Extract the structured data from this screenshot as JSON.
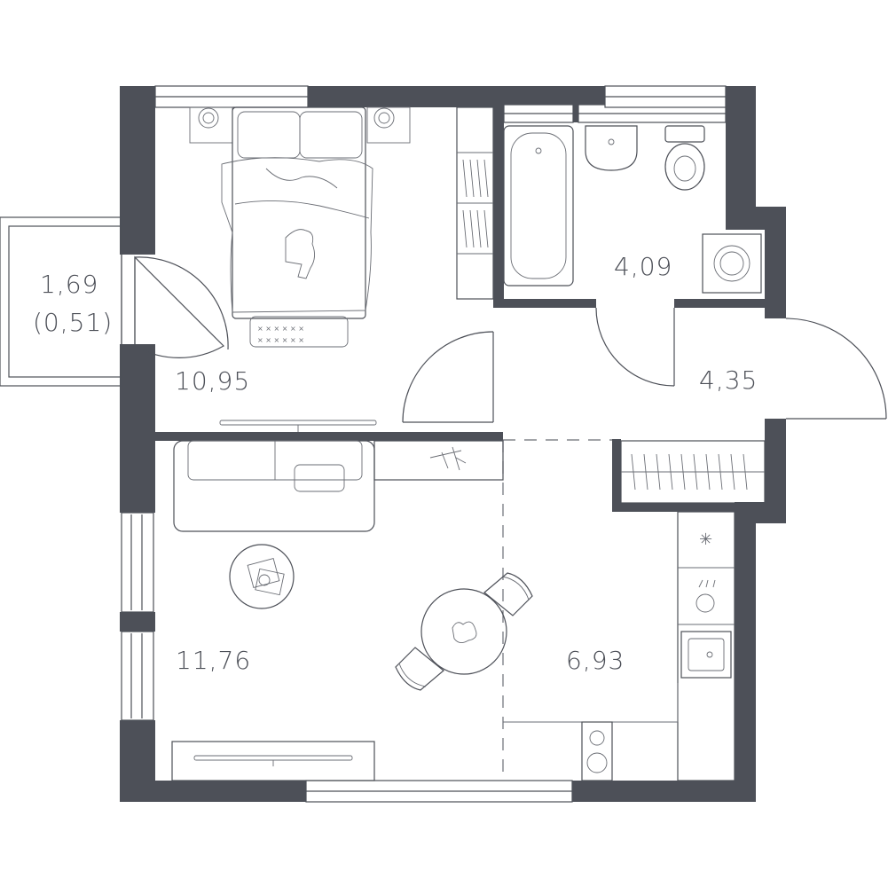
{
  "colors": {
    "wall": "#4d5058",
    "line": "#4d5058",
    "background": "#ffffff"
  },
  "rooms": {
    "balcony": {
      "area": "1,69",
      "sub_area": "(0,51)"
    },
    "bedroom": {
      "area": "10,95"
    },
    "bathroom": {
      "area": "4,09"
    },
    "hallway": {
      "area": "4,35"
    },
    "living": {
      "area": "11,76"
    },
    "kitchen": {
      "area": "6,93"
    }
  },
  "icons": [
    "bed-icon",
    "pillow-icon",
    "cat-icon",
    "rug-icon",
    "bedside-lamp-icon",
    "wardrobe-icon",
    "bathtub-icon",
    "washbasin-icon",
    "toilet-icon",
    "washing-machine-icon",
    "sofa-icon",
    "coffee-table-icon",
    "dining-table-icon",
    "chair-icon",
    "sink-icon",
    "stove-icon",
    "tv-icon",
    "door-swing-icon",
    "window-icon",
    "plant-icon"
  ]
}
